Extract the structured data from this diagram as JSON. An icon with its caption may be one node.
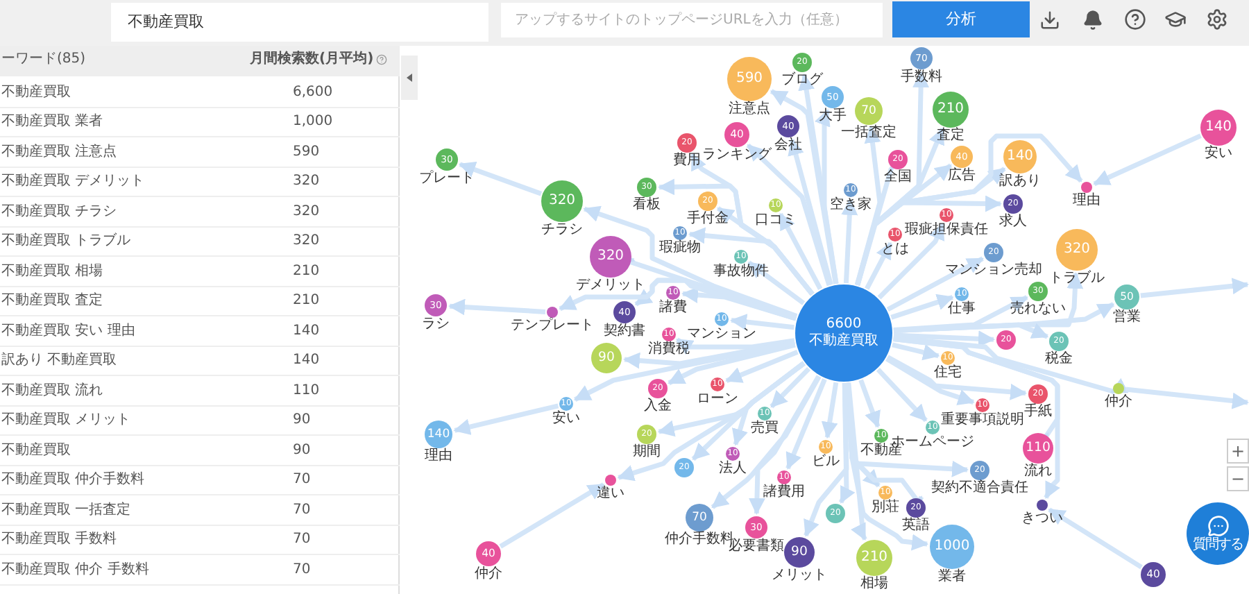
{
  "diagram": {
    "nodes": [
      {
        "text": [
          "6600",
          "不動産買取"
        ]
      },
      {
        "text": [
          "70",
          "手数料"
        ]
      },
      {
        "text": [
          "590",
          "注意点"
        ]
      },
      {
        "text": [
          "50",
          "大手"
        ]
      },
      {
        "text": [
          "70",
          "一括査定"
        ]
      },
      {
        "text": [
          "210",
          "査定"
        ]
      },
      {
        "text": [
          "140",
          "安い"
        ]
      },
      {
        "text": [
          "40",
          "会社"
        ]
      },
      {
        "text": [
          "40",
          "ランキング"
        ]
      },
      {
        "text": [
          "20",
          "費用"
        ]
      },
      {
        "text": [
          "20",
          "全国"
        ]
      },
      {
        "text": [
          "40",
          "広告"
        ]
      },
      {
        "text": [
          "140",
          "訳あり"
        ]
      },
      {
        "text": [
          "30",
          "プレート"
        ]
      },
      {
        "text": [
          "20",
          "ブログ"
        ]
      },
      {
        "text": [
          "30",
          "看板"
        ]
      },
      {
        "text": [
          "20",
          "手付金"
        ]
      },
      {
        "text": [
          "10",
          "空き家"
        ]
      },
      {
        "text": [
          "理由"
        ]
      },
      {
        "text": [
          "320",
          "チラシ"
        ]
      },
      {
        "text": [
          "10",
          "口コミ"
        ]
      },
      {
        "text": [
          "20",
          "求人"
        ]
      },
      {
        "text": [
          "10",
          "瑕疵担保責任"
        ]
      },
      {
        "text": [
          "10",
          "とは"
        ]
      },
      {
        "text": [
          "10",
          "瑕疵物"
        ]
      },
      {
        "text": [
          "320",
          "デメリット"
        ]
      },
      {
        "text": [
          "320",
          "トラブル"
        ]
      },
      {
        "text": [
          "20",
          "マンション売却"
        ]
      },
      {
        "text": [
          "10",
          "事故物件"
        ]
      },
      {
        "text": [
          "10",
          "諸費"
        ]
      },
      {
        "text": [
          "10",
          "仕事"
        ]
      },
      {
        "text": [
          "30",
          "売れない"
        ]
      },
      {
        "text": [
          "40",
          "契約書"
        ]
      },
      {
        "text": [
          "50",
          "営業"
        ]
      },
      {
        "text": [
          "30",
          "ラシ"
        ]
      },
      {
        "text": [
          "テンプレート"
        ]
      },
      {
        "text": [
          "10",
          "マンション"
        ]
      },
      {
        "text": [
          "10",
          "消費税"
        ]
      },
      {
        "text": [
          "20"
        ]
      },
      {
        "text": [
          "20",
          "税金"
        ]
      },
      {
        "text": [
          "90"
        ]
      },
      {
        "text": [
          "10",
          "住宅"
        ]
      },
      {
        "text": [
          "10",
          "ローン"
        ]
      },
      {
        "text": [
          "20",
          "入金"
        ]
      },
      {
        "text": [
          "仲介"
        ]
      },
      {
        "text": [
          "20",
          "手紙"
        ]
      },
      {
        "text": [
          "10",
          "安い"
        ]
      },
      {
        "text": [
          "10",
          "重要事項説明"
        ]
      },
      {
        "text": [
          "10",
          "売買"
        ]
      },
      {
        "text": [
          "10",
          "ホームページ"
        ]
      },
      {
        "text": [
          "140",
          "理由"
        ]
      },
      {
        "text": [
          "20",
          "期間"
        ]
      },
      {
        "text": [
          "10",
          "不動産"
        ]
      },
      {
        "text": [
          "10",
          "ビル"
        ]
      },
      {
        "text": [
          "110",
          "流れ"
        ]
      },
      {
        "text": [
          "10",
          "法人"
        ]
      },
      {
        "text": [
          "20"
        ]
      },
      {
        "text": [
          "20",
          "契約不適合責任"
        ]
      },
      {
        "text": [
          "違い"
        ]
      },
      {
        "text": [
          "10",
          "諸費用"
        ]
      },
      {
        "text": [
          "10",
          "別荘"
        ]
      },
      {
        "text": [
          "20",
          "英語"
        ]
      },
      {
        "text": [
          "きつい"
        ]
      },
      {
        "text": [
          "20"
        ]
      },
      {
        "text": [
          "70",
          "仲介手数料"
        ]
      },
      {
        "text": [
          "30",
          "必要書類"
        ]
      },
      {
        "text": [
          "1000",
          "業者"
        ]
      },
      {
        "text": [
          "40",
          "仲介"
        ]
      },
      {
        "text": [
          "90",
          "メリット"
        ]
      },
      {
        "text": [
          "210",
          "相場"
        ]
      },
      {
        "text": [
          "40"
        ]
      }
    ],
    "edges": [
      {
        "from": 0,
        "to": 1,
        "arrow": "to"
      },
      {
        "from": 0,
        "to": 2,
        "arrow": "to"
      },
      {
        "from": 0,
        "to": 3,
        "arrow": "to"
      },
      {
        "from": 0,
        "to": 4,
        "arrow": "to"
      },
      {
        "from": 0,
        "to": 5,
        "arrow": "to"
      },
      {
        "from": 0,
        "to": 7,
        "arrow": "to"
      },
      {
        "from": 0,
        "to": 8,
        "arrow": "to"
      },
      {
        "from": 0,
        "to": 9,
        "arrow": "to"
      },
      {
        "from": 0,
        "to": 10,
        "arrow": "to"
      },
      {
        "from": 0,
        "to": 11,
        "arrow": "to"
      },
      {
        "from": 0,
        "to": 12,
        "arrow": "to"
      },
      {
        "from": 0,
        "to": 14,
        "arrow": "to"
      },
      {
        "from": 0,
        "to": 15,
        "arrow": "to"
      },
      {
        "from": 0,
        "to": 16,
        "arrow": "to"
      },
      {
        "from": 0,
        "to": 17,
        "arrow": "to"
      },
      {
        "from": 0,
        "to": 18,
        "arrow": "to"
      },
      {
        "from": 0,
        "to": 19,
        "arrow": "to"
      },
      {
        "from": 0,
        "to": 20,
        "arrow": "to"
      },
      {
        "from": 0,
        "to": 21,
        "arrow": "to"
      },
      {
        "from": 0,
        "to": 22,
        "arrow": "to"
      },
      {
        "from": 0,
        "to": 23,
        "arrow": "to"
      },
      {
        "from": 0,
        "to": 24,
        "arrow": "to"
      },
      {
        "from": 0,
        "to": 25,
        "arrow": "to"
      },
      {
        "from": 0,
        "to": 26,
        "arrow": "to"
      },
      {
        "from": 0,
        "to": 27,
        "arrow": "to"
      },
      {
        "from": 0,
        "to": 28,
        "arrow": "to"
      },
      {
        "from": 0,
        "to": 29,
        "arrow": "to"
      },
      {
        "from": 0,
        "to": 30,
        "arrow": "to"
      },
      {
        "from": 0,
        "to": 31,
        "arrow": "to"
      },
      {
        "from": 0,
        "to": 32,
        "arrow": "to"
      },
      {
        "from": 0,
        "to": 33,
        "arrow": "to"
      },
      {
        "from": 0,
        "to": 35,
        "arrow": "to"
      },
      {
        "from": 0,
        "to": 36,
        "arrow": "to"
      },
      {
        "from": 0,
        "to": 37,
        "arrow": "to"
      },
      {
        "from": 0,
        "to": 38,
        "arrow": "to"
      },
      {
        "from": 0,
        "to": 39,
        "arrow": "to"
      },
      {
        "from": 0,
        "to": 40,
        "arrow": "to"
      },
      {
        "from": 0,
        "to": 41,
        "arrow": "to"
      },
      {
        "from": 0,
        "to": 42,
        "arrow": "to"
      },
      {
        "from": 0,
        "to": 43,
        "arrow": "to"
      },
      {
        "from": 0,
        "to": 44,
        "arrow": "to"
      },
      {
        "from": 0,
        "to": 45,
        "arrow": "to"
      },
      {
        "from": 0,
        "to": 46,
        "arrow": "to"
      },
      {
        "from": 0,
        "to": 47,
        "arrow": "to"
      },
      {
        "from": 0,
        "to": 48,
        "arrow": "to"
      },
      {
        "from": 0,
        "to": 49,
        "arrow": "to"
      },
      {
        "from": 0,
        "to": 51,
        "arrow": "to"
      },
      {
        "from": 0,
        "to": 52,
        "arrow": "to"
      },
      {
        "from": 0,
        "to": 53,
        "arrow": "to"
      },
      {
        "from": 0,
        "to": 54,
        "arrow": "to"
      },
      {
        "from": 0,
        "to": 55,
        "arrow": "to"
      },
      {
        "from": 0,
        "to": 56,
        "arrow": "to"
      },
      {
        "from": 0,
        "to": 57,
        "arrow": "to"
      },
      {
        "from": 0,
        "to": 58,
        "arrow": "to"
      },
      {
        "from": 0,
        "to": 59,
        "arrow": "to"
      },
      {
        "from": 0,
        "to": 60,
        "arrow": "to"
      },
      {
        "from": 0,
        "to": 61,
        "arrow": "to"
      },
      {
        "from": 0,
        "to": 62,
        "arrow": "to"
      },
      {
        "from": 0,
        "to": 63,
        "arrow": "to"
      },
      {
        "from": 0,
        "to": 64,
        "arrow": "to"
      },
      {
        "from": 0,
        "to": 65,
        "arrow": "to"
      },
      {
        "from": 0,
        "to": 66,
        "arrow": "to"
      },
      {
        "from": 0,
        "to": 68,
        "arrow": "to"
      },
      {
        "from": 0,
        "to": 69,
        "arrow": "to"
      },
      {
        "from": 6,
        "to": 18,
        "arrow": "to"
      },
      {
        "from": 19,
        "to": 13,
        "arrow": "to"
      },
      {
        "from": 35,
        "to": 34,
        "arrow": "to"
      },
      {
        "from": 46,
        "to": 50,
        "arrow": "to"
      },
      {
        "from": 67,
        "to": 58,
        "arrow": "to"
      },
      {
        "from": 70,
        "to": 62,
        "arrow": "to"
      },
      {
        "from": 44,
        "to": null,
        "arrow": "to"
      },
      {
        "from": 33,
        "to": null,
        "arrow": "to"
      }
    ],
    "labels": [
      "不動産買取",
      "アップするサイトのトップページURLを入力（任意）",
      "分析",
      "ーワード(85)",
      "月間検索数(月平均)",
      "不動産買取",
      "6,600",
      "不動産買取 業者",
      "1,000",
      "不動産買取 注意点",
      "590",
      "不動産買取 デメリット",
      "320",
      "不動産買取 チラシ",
      "320",
      "不動産買取 トラブル",
      "320",
      "不動産買取 相場",
      "210",
      "不動産買取 査定",
      "210",
      "不動産買取 安い 理由",
      "140",
      "訳あり 不動産買取",
      "140",
      "不動産買取 流れ",
      "110",
      "不動産買取 メリット",
      "90",
      "不動産買取",
      "90",
      "不動産買取 仲介手数料",
      "70",
      "不動産買取 一括査定",
      "70",
      "不動産買取 手数料",
      "70",
      "不動産買取 仲介 手数料",
      "70",
      "+",
      "−",
      "質問する"
    ]
  }
}
